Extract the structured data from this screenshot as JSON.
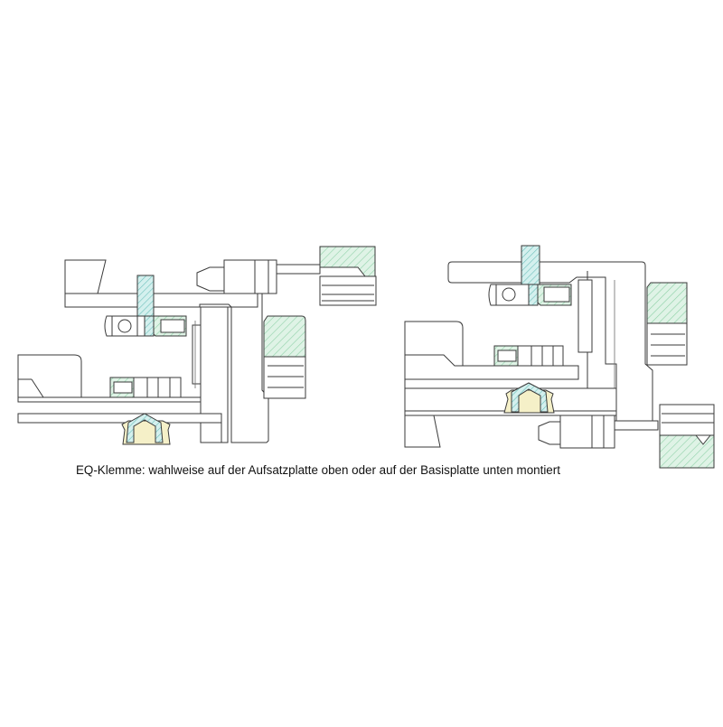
{
  "caption": "EQ-Klemme: wahlweise auf der Aufsatzplatte oben oder auf der Basisplatte unten montiert",
  "figures": [
    {
      "name": "clamp-mounted-top",
      "description": "EQ clamp mounted on top plate (Aufsatzplatte)"
    },
    {
      "name": "clamp-mounted-bottom",
      "description": "EQ clamp mounted on base plate (Basisplatte)"
    }
  ],
  "colors": {
    "line": "#3a3a3a",
    "hatch_green": "#8fd1a8",
    "fill_green": "#dff3e6",
    "hatch_cyan": "#7cc9c4",
    "fill_cyan": "#d4f0ee",
    "fill_yellow": "#f5f0c8",
    "background": "#ffffff"
  }
}
